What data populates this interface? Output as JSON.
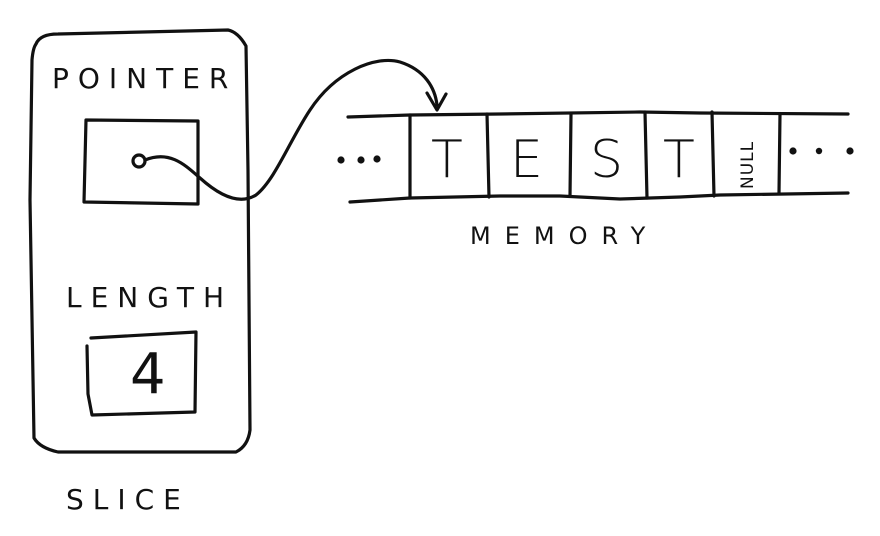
{
  "diagram": {
    "slice": {
      "label": "SLICE",
      "fields": [
        {
          "name": "pointer",
          "label": "POINTER",
          "value": ""
        },
        {
          "name": "length",
          "label": "LENGTH",
          "value": "4"
        }
      ]
    },
    "memory": {
      "label": "MEMORY",
      "leading_ellipsis": "...",
      "trailing_ellipsis": "...",
      "cells": [
        "T",
        "E",
        "S",
        "T",
        "NULL"
      ]
    },
    "arrow": {
      "from": "pointer",
      "to": "memory.cells.0"
    },
    "colors": {
      "ink": "#111111",
      "background": "#ffffff"
    }
  }
}
